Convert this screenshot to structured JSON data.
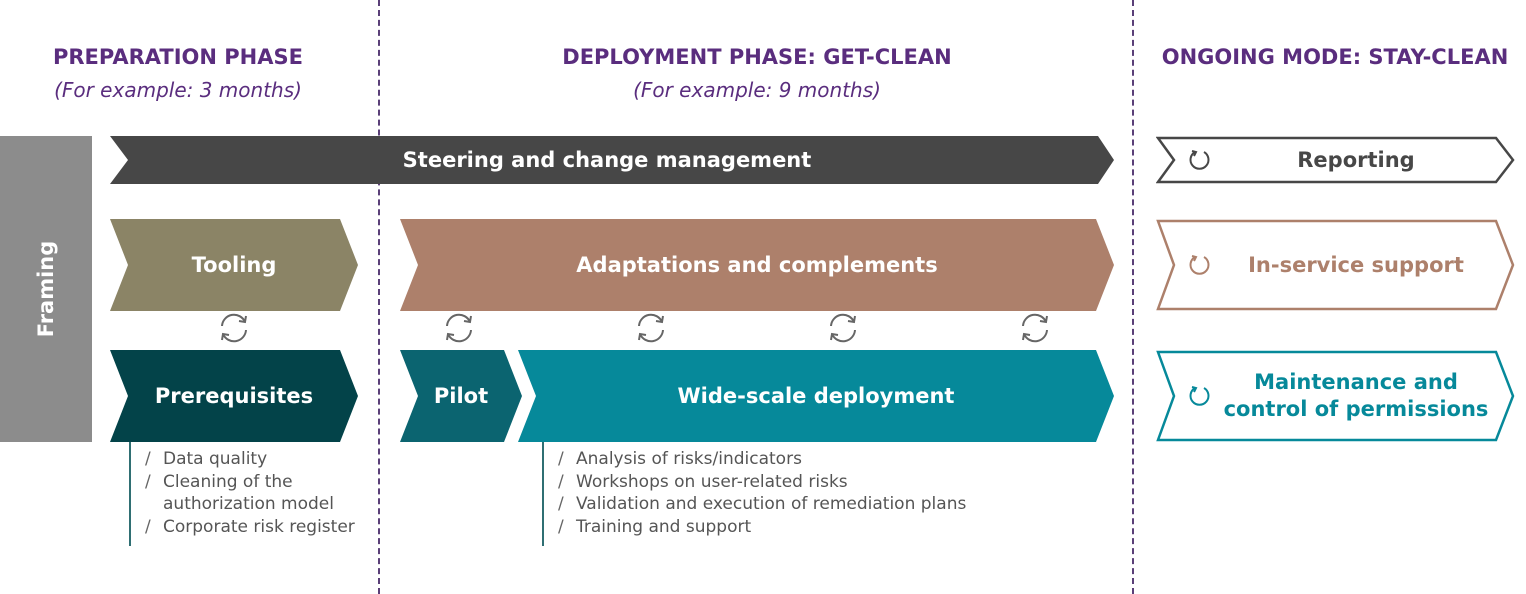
{
  "phases": {
    "preparation": {
      "title": "PREPARATION PHASE",
      "subtitle": "(For example: 3 months)"
    },
    "deployment": {
      "title": "DEPLOYMENT PHASE: GET-CLEAN",
      "subtitle": "(For example: 9 months)"
    },
    "ongoing": {
      "title": "ONGOING MODE: STAY-CLEAN"
    }
  },
  "framing": {
    "label": "Framing",
    "color": "#8c8c8c"
  },
  "chevrons": {
    "steering": {
      "label": "Steering and change management",
      "color": "#474747"
    },
    "tooling": {
      "label": "Tooling",
      "color": "#8b8466"
    },
    "adaptations": {
      "label": "Adaptations and complements",
      "color": "#ad806b"
    },
    "prerequisites": {
      "label": "Prerequisites",
      "color": "#034349"
    },
    "pilot": {
      "label": "Pilot",
      "color": "#0b6470"
    },
    "wide_scale": {
      "label": "Wide-scale deployment",
      "color": "#06899a"
    }
  },
  "ongoing_items": {
    "reporting": {
      "label": "Reporting",
      "color": "#474747"
    },
    "in_service": {
      "label": "In-service support",
      "color": "#ad806b"
    },
    "maintenance": {
      "label_line1": "Maintenance and",
      "label_line2": "control of permissions",
      "color": "#06899a"
    }
  },
  "lists": {
    "prerequisites": [
      "Data quality",
      "Cleaning of the",
      "authorization model",
      "Corporate risk register"
    ],
    "deployment": [
      "Analysis of risks/indicators",
      "Workshops on user-related risks",
      "Validation and execution of remediation plans",
      "Training and support"
    ]
  },
  "icons": {
    "cycle": "refresh-cycle-icon",
    "loop": "loop-arrow-icon",
    "separator": "slash"
  }
}
